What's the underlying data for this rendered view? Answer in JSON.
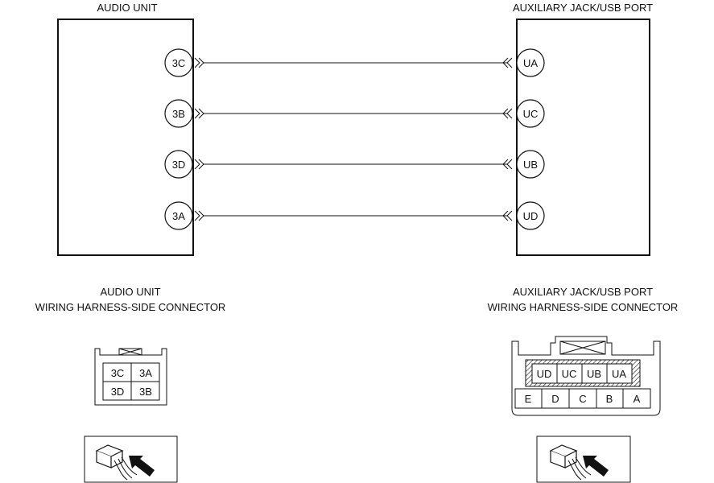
{
  "units": {
    "left_title": "AUDIO UNIT",
    "right_title": "AUXILIARY JACK/USB PORT"
  },
  "wires": [
    {
      "left_pin": "3C",
      "right_pin": "UA"
    },
    {
      "left_pin": "3B",
      "right_pin": "UC"
    },
    {
      "left_pin": "3D",
      "right_pin": "UB"
    },
    {
      "left_pin": "3A",
      "right_pin": "UD"
    }
  ],
  "connectors": {
    "left": {
      "title_line1": "AUDIO UNIT",
      "title_line2": "WIRING HARNESS-SIDE CONNECTOR",
      "rows": [
        [
          "3C",
          "3A"
        ],
        [
          "3D",
          "3B"
        ]
      ]
    },
    "right": {
      "title_line1": "AUXILIARY JACK/USB PORT",
      "title_line2": "WIRING HARNESS-SIDE CONNECTOR",
      "upper_row": [
        "UD",
        "UC",
        "UB",
        "UA"
      ],
      "lower_row": [
        "E",
        "D",
        "C",
        "B",
        "A"
      ]
    }
  },
  "icons": {
    "left_view": "harness-side-view-icon",
    "right_view": "harness-side-view-icon"
  }
}
